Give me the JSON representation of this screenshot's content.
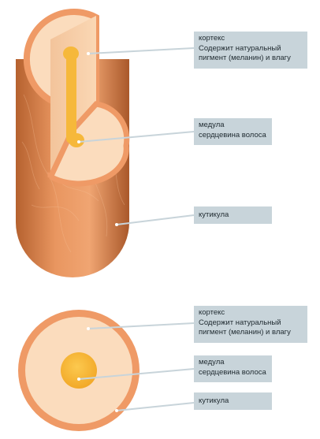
{
  "colors": {
    "cuticle": "#ef9a66",
    "cuticle_dark": "#b86435",
    "cortex": "#fbdcbd",
    "cortex_side": "#f7c89c",
    "medulla": "#f6b83a",
    "callout_bg": "#c8d4da",
    "leader": "#c8d4da"
  },
  "top_diagram": {
    "cortex_label": {
      "line1": "кортекс",
      "line2": "Содержит натуральный",
      "line3": "пигмент (меланин) и влагу"
    },
    "medulla_label": {
      "line1": "медула",
      "line2": "сердцевина волоса"
    },
    "cuticle_label": {
      "line1": "кутикула"
    }
  },
  "bottom_diagram": {
    "cortex_label": {
      "line1": "кортекс",
      "line2": "Содержит натуральный",
      "line3": "пигмент (меланин) и влагу"
    },
    "medulla_label": {
      "line1": "медула",
      "line2": "сердцевина волоса"
    },
    "cuticle_label": {
      "line1": "кутикула"
    }
  }
}
